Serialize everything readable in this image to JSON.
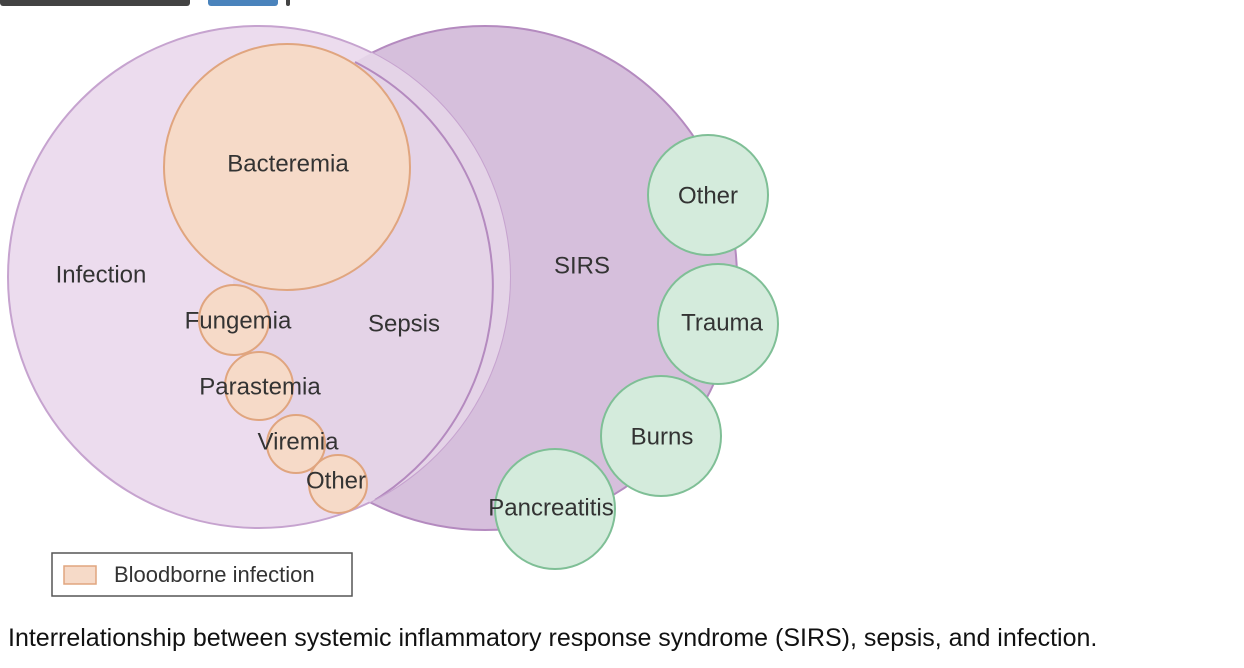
{
  "diagram": {
    "labels": {
      "infection": "Infection",
      "sirs": "SIRS",
      "sepsis": "Sepsis",
      "bacteremia": "Bacteremia",
      "fungemia": "Fungemia",
      "parastemia": "Parastemia",
      "viremia": "Viremia",
      "bloodborne_other": "Other",
      "sirs_other": "Other",
      "trauma": "Trauma",
      "burns": "Burns",
      "pancreatitis": "Pancreatitis"
    },
    "legend": {
      "label": "Bloodborne infection"
    },
    "colors": {
      "infection_fill": "#ecdcee",
      "infection_stroke": "#c6a3cf",
      "sirs_fill": "#d6bfdc",
      "sirs_stroke": "#b48abf",
      "overlap_fill": "#e4d3e7",
      "bloodborne_fill": "#f6dac8",
      "bloodborne_stroke": "#e0a57f",
      "sirs_cause_fill": "#d4ebdc",
      "sirs_cause_stroke": "#7fbf96",
      "caption_text": "#111111",
      "label_text": "#333333"
    }
  },
  "caption": "Interrelationship between systemic inflammatory response syndrome (SIRS), sepsis, and infection."
}
